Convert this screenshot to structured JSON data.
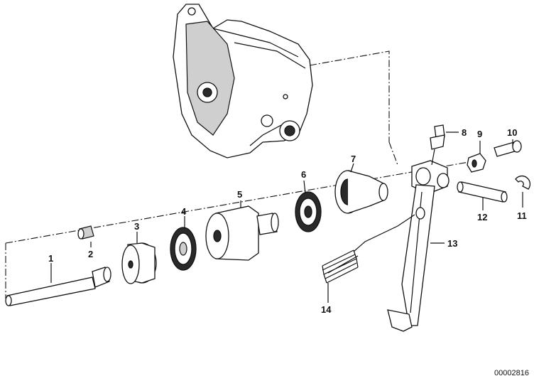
{
  "diagram": {
    "callouts": [
      {
        "id": "1",
        "label": "1"
      },
      {
        "id": "2",
        "label": "2"
      },
      {
        "id": "3",
        "label": "3"
      },
      {
        "id": "4",
        "label": "4"
      },
      {
        "id": "5",
        "label": "5"
      },
      {
        "id": "6",
        "label": "6"
      },
      {
        "id": "7",
        "label": "7"
      },
      {
        "id": "8",
        "label": "8"
      },
      {
        "id": "9",
        "label": "9"
      },
      {
        "id": "10",
        "label": "10"
      },
      {
        "id": "11",
        "label": "11"
      },
      {
        "id": "12",
        "label": "12"
      },
      {
        "id": "13",
        "label": "13"
      },
      {
        "id": "14",
        "label": "14"
      }
    ],
    "document_number": "00002816"
  }
}
